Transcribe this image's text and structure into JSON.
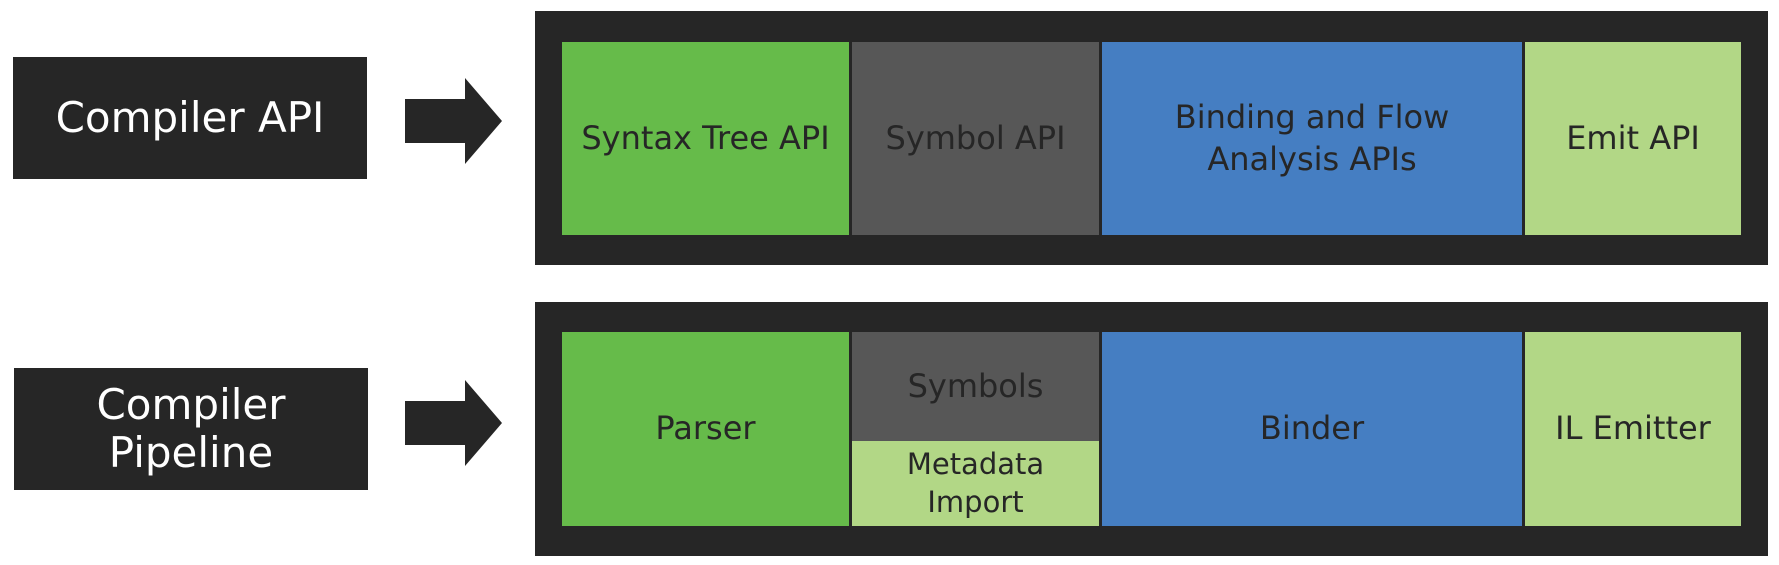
{
  "rows": [
    {
      "label": "Compiler API",
      "blocks": [
        "Syntax Tree API",
        "Symbol API",
        "Binding and Flow Analysis APIs",
        "Emit API"
      ]
    },
    {
      "label": "Compiler\nPipeline",
      "blocks": [
        "Parser",
        "Symbols",
        "Metadata\nImport",
        "Binder",
        "IL Emitter"
      ]
    }
  ],
  "colors": {
    "frame": "#262626",
    "green": "#66bb4a",
    "gray": "#575757",
    "blue": "#457ec2",
    "light_green": "#b2d786"
  },
  "icons": [
    "right-arrow-icon"
  ]
}
